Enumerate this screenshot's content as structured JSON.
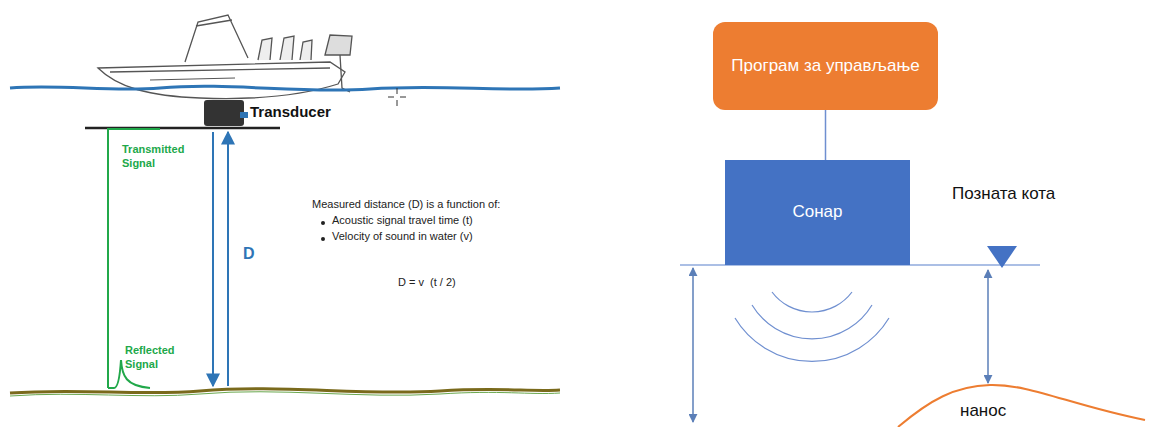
{
  "diagram": {
    "nodes": [
      {
        "text": [
          "Програм за управљање"
        ]
      },
      {
        "text": [
          "Сонар"
        ]
      }
    ],
    "edges": [
      {
        "from": 0,
        "to": 1,
        "arrow": "none"
      }
    ],
    "labels": [
      "Transducer",
      "Transmitted Signal",
      "D",
      "Measured distance (D) is a function of:",
      "Acoustic signal travel time (t)",
      "Velocity of sound in water (v)",
      "D = v  (t / 2)",
      "Reflected Signal",
      "Позната кота",
      "нанос"
    ]
  }
}
